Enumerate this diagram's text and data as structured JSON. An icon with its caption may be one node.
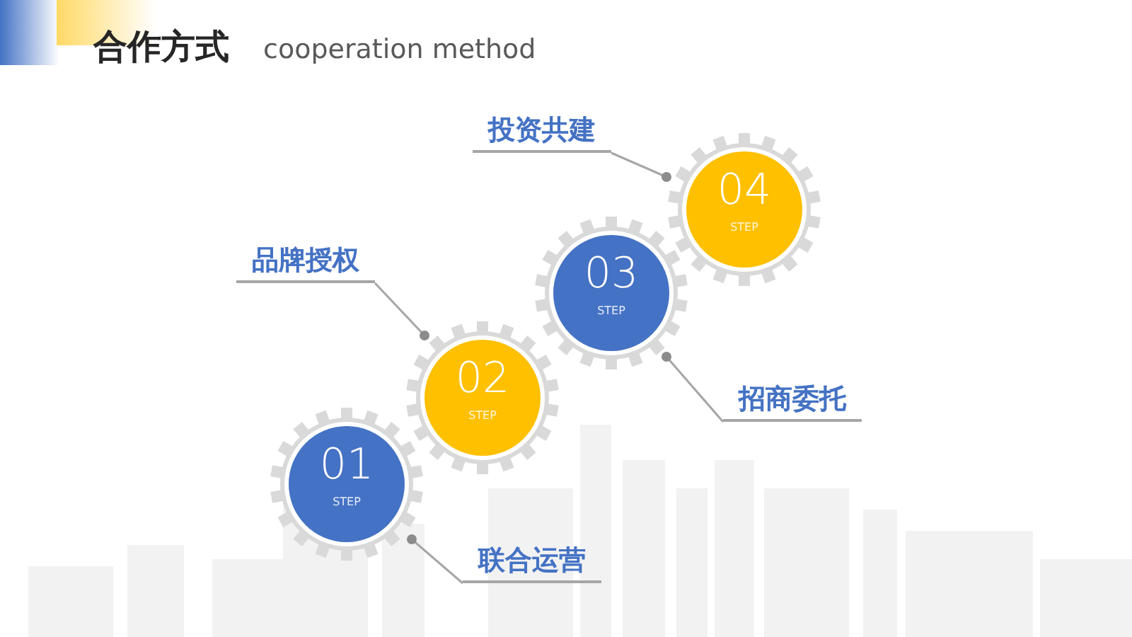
{
  "diagram": {
    "title": "合作方式",
    "nodes": [
      {
        "text": [
          "投资共建"
        ]
      },
      {
        "text": [
          "04",
          "STEP"
        ]
      },
      {
        "text": [
          "品牌授权"
        ]
      },
      {
        "text": [
          "03",
          "STEP"
        ]
      },
      {
        "text": [
          "02",
          "STEP"
        ]
      },
      {
        "text": [
          "招商委托"
        ]
      },
      {
        "text": [
          "01",
          "STEP"
        ]
      },
      {
        "text": [
          "联合运营"
        ]
      }
    ],
    "edges": [
      {
        "from": 0,
        "to": 1,
        "arrow": "other"
      },
      {
        "from": 2,
        "to": 4,
        "arrow": "other"
      },
      {
        "from": 5,
        "to": 3,
        "arrow": "other"
      },
      {
        "from": 7,
        "to": 6,
        "arrow": "other"
      }
    ],
    "labels": [
      "cooperation method"
    ]
  }
}
